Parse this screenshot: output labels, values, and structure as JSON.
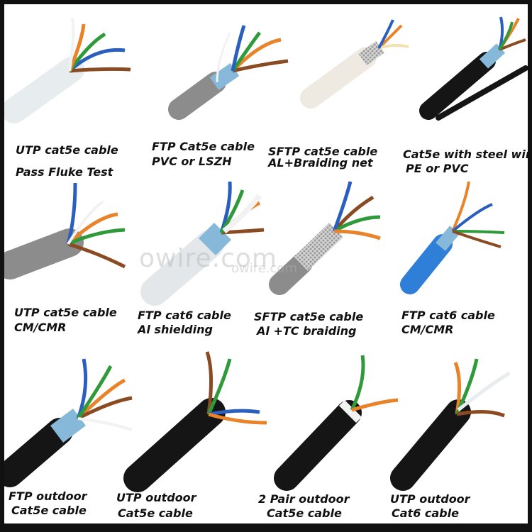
{
  "watermark": {
    "large": "owire.com",
    "small": "owire.com"
  },
  "cables": [
    {
      "line1": "UTP cat5e cable",
      "line2": "Pass Fluke Test"
    },
    {
      "line1": "FTP Cat5e cable",
      "line2": "PVC or LSZH"
    },
    {
      "line1": "SFTP cat5e cable",
      "line2": "AL+Braiding net"
    },
    {
      "line1": "Cat5e with steel wir",
      "line2": "PE or PVC"
    },
    {
      "line1": "UTP cat5e cable",
      "line2": "CM/CMR"
    },
    {
      "line1": "FTP cat6 cable",
      "line2": "Al shielding"
    },
    {
      "line1": "SFTP cat5e cable",
      "line2": "Al +TC braiding"
    },
    {
      "line1": "FTP cat6 cable",
      "line2": "CM/CMR"
    },
    {
      "line1": "FTP outdoor",
      "line2": "Cat5e cable"
    },
    {
      "line1": "UTP  outdoor",
      "line2": "Cat5e cable"
    },
    {
      "line1": "2 Pair outdoor",
      "line2": "Cat5e cable"
    },
    {
      "line1": "UTP  outdoor",
      "line2": "Cat6 cable"
    }
  ],
  "colors": {
    "orange": "#e8832a",
    "green": "#2f9a3a",
    "blue": "#2a5fbf",
    "brown": "#8a4b22",
    "white": "#f2f2f2",
    "jacket_white": "#e7ecef",
    "jacket_grey": "#8c8c8c",
    "jacket_black": "#151515",
    "jacket_blue": "#2f7fd8",
    "foil": "#86b9d9"
  }
}
